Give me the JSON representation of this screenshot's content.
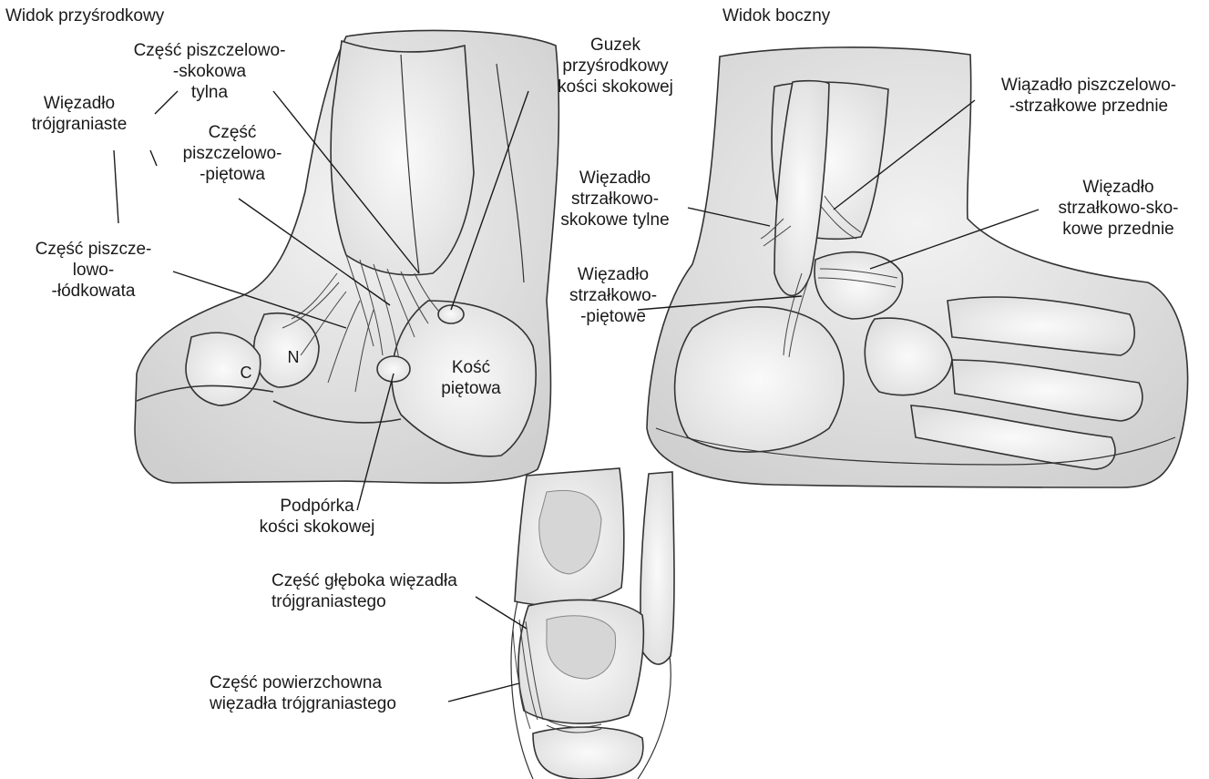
{
  "views": {
    "medial_title": "Widok przyśrodkowy",
    "lateral_title": "Widok boczny"
  },
  "medial": {
    "posterior_tibiotalar": "Część piszczelowo-\n-skokowa\ntylna",
    "deltoid": "Więzadło\ntrójgraniaste",
    "tibiocalcaneal": "Część\npiszczelowo-\n-piętowa",
    "tibionavicular": "Część piszcze-\nlowo-\n-łódkowata",
    "medial_tubercle": "Guzek\nprzyśrodkowy\nkości skokowej",
    "sustentaculum": "Podpórka\nkości skokowej",
    "bone_c": "C",
    "bone_n": "N",
    "calcaneus": "Kość\npiętowa"
  },
  "lateral": {
    "atfl_tibiofibular": "Wiązadło piszczelowo-\n-strzałkowe przednie",
    "ptfl": "Więzadło\nstrzałkowo-\nskokowe tylne",
    "atfl": "Więzadło\nstrzałkowo-sko-\nkowe przednie",
    "cfl": "Więzadło\nstrzałkowo-\n-piętowe"
  },
  "coronal": {
    "deep": "Część głęboka więzadła\ntrójgraniastego",
    "superficial": "Część powierzchowna\nwięzadła trójgraniastego"
  },
  "colors": {
    "ink": "#1a1a1a",
    "shade": "#e6e6e6",
    "bone": "#f2f2f2"
  }
}
